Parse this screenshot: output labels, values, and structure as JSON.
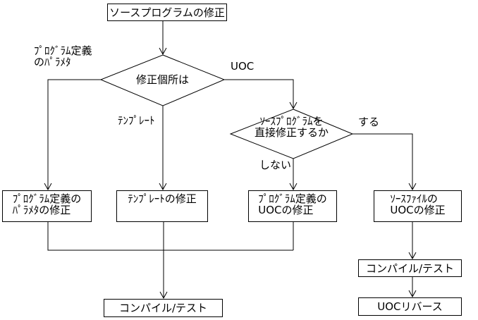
{
  "diagram": {
    "background": "#ffffff",
    "line_color": "#000000",
    "text_color": "#000000",
    "nodes": {
      "start": {
        "label": "ソースプログラムの修正"
      },
      "decision_location": {
        "label": "修正個所は"
      },
      "decision_direct_edit": {
        "line1": "ｿｰｽﾌﾟﾛｸﾞﾗﾑを",
        "line2": "直接修正するか"
      },
      "fix_param": {
        "line1": "ﾌﾟﾛｸﾞﾗﾑ定義の",
        "line2": "ﾊﾟﾗﾒﾀの修正"
      },
      "fix_template": {
        "label": "ﾃﾝﾌﾟﾚｰﾄの修正"
      },
      "fix_progdef_uoc": {
        "line1": "ﾌﾟﾛｸﾞﾗﾑ定義の",
        "line2": "UOCの修正"
      },
      "fix_srcfile_uoc": {
        "line1": "ｿｰｽﾌｧｲﾙの",
        "line2": "UOCの修正"
      },
      "compile_test_main": {
        "label": "コンパイル/テスト"
      },
      "compile_test_right": {
        "label": "コンパイル/テスト"
      },
      "uoc_reverse": {
        "label": "UOCリバース"
      }
    },
    "edge_labels": {
      "program_param_line1": "ﾌﾟﾛｸﾞﾗﾑ定義",
      "program_param_line2": "のﾊﾟﾗﾒﾀ",
      "uoc": "UOC",
      "template": "ﾃﾝﾌﾟﾚｰﾄ",
      "do_edit": "する",
      "dont_edit": "しない"
    }
  }
}
